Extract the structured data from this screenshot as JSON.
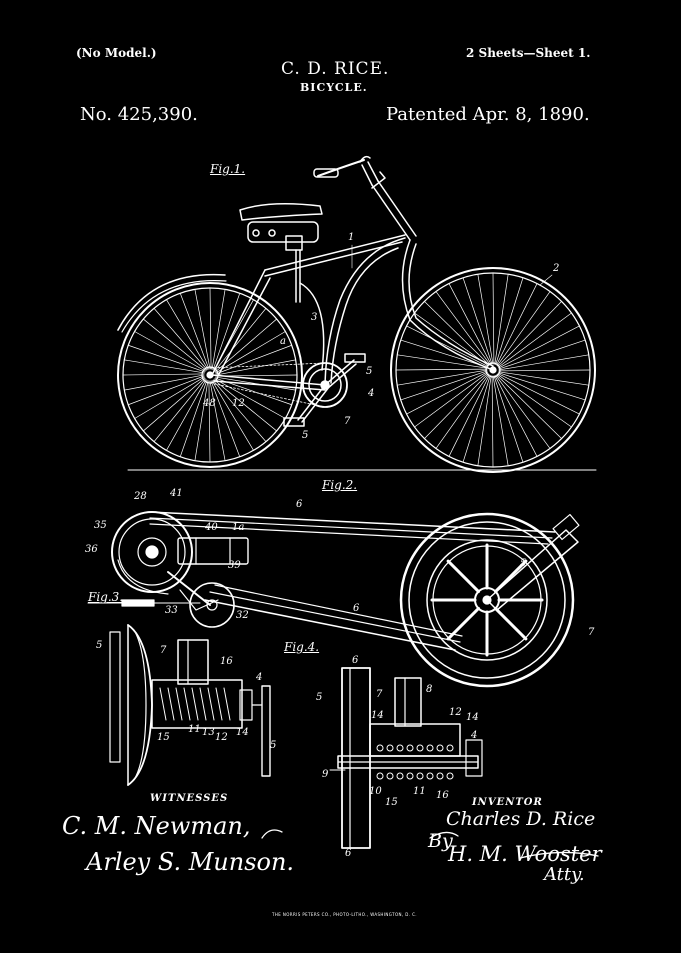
{
  "header": {
    "model_note": "(No Model.)",
    "sheets": "2 Sheets—Sheet 1.",
    "inventor_name": "C. D. RICE.",
    "title": "BICYCLE.",
    "patent_number": "No. 425,390.",
    "patent_date": "Patented Apr. 8, 1890."
  },
  "figures": {
    "fig1": "Fig.1.",
    "fig2": "Fig.2.",
    "fig3": "Fig.3.",
    "fig4": "Fig.4."
  },
  "labels": {
    "fig1": [
      "1",
      "2",
      "3",
      "4",
      "5",
      "5",
      "7",
      "48",
      "12",
      "a"
    ],
    "fig2": [
      "28",
      "41",
      "40",
      "1a",
      "6",
      "35",
      "36",
      "39",
      "33",
      "32",
      "6",
      "5",
      "7"
    ],
    "fig3": [
      "5",
      "7",
      "16",
      "4",
      "15",
      "11",
      "13",
      "12",
      "14",
      "5"
    ],
    "fig4": [
      "6",
      "5",
      "7",
      "8",
      "12",
      "14",
      "14",
      "4",
      "9",
      "10",
      "15",
      "11",
      "16",
      "6"
    ]
  },
  "signatures": {
    "witnesses_heading": "WITNESSES",
    "witness_1": "C. M. Newman,",
    "witness_2": "Arley S. Munson.",
    "inventor_heading": "INVENTOR",
    "inventor_signature": "Charles D. Rice",
    "by": "By",
    "attorney": "H. M. Wooster",
    "atty": "Atty."
  },
  "footer": {
    "printer": "THE NORRIS PETERS CO., PHOTO-LITHO., WASHINGTON, D. C."
  }
}
